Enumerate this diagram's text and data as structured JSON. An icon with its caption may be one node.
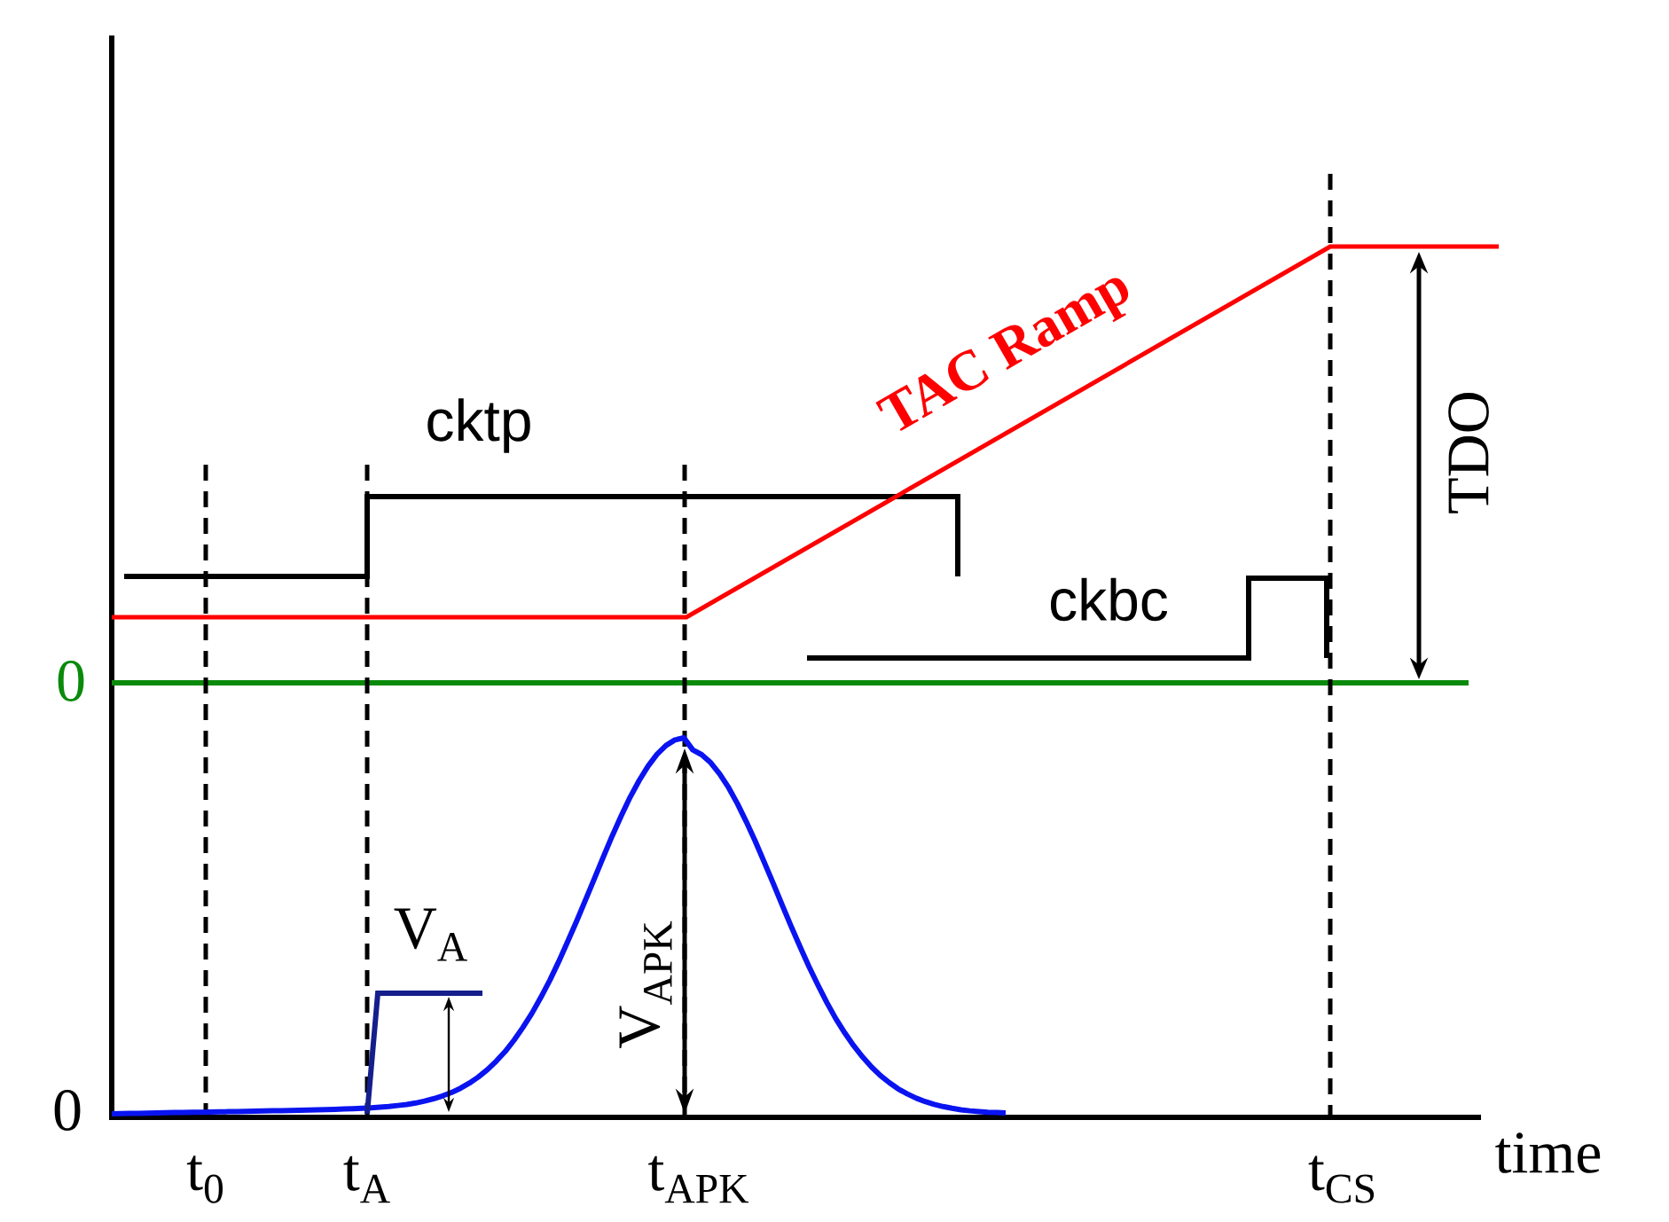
{
  "diagram": {
    "labels": [
      "TAC Ramp",
      "cktp",
      "TDO",
      "ckbc",
      "0",
      "V$_{A}$",
      "V$_{APK}$",
      "0",
      "time",
      "t$_{0}$",
      "t$_{A}$",
      "t$_{APK}$",
      "t$_{CS}$"
    ]
  }
}
